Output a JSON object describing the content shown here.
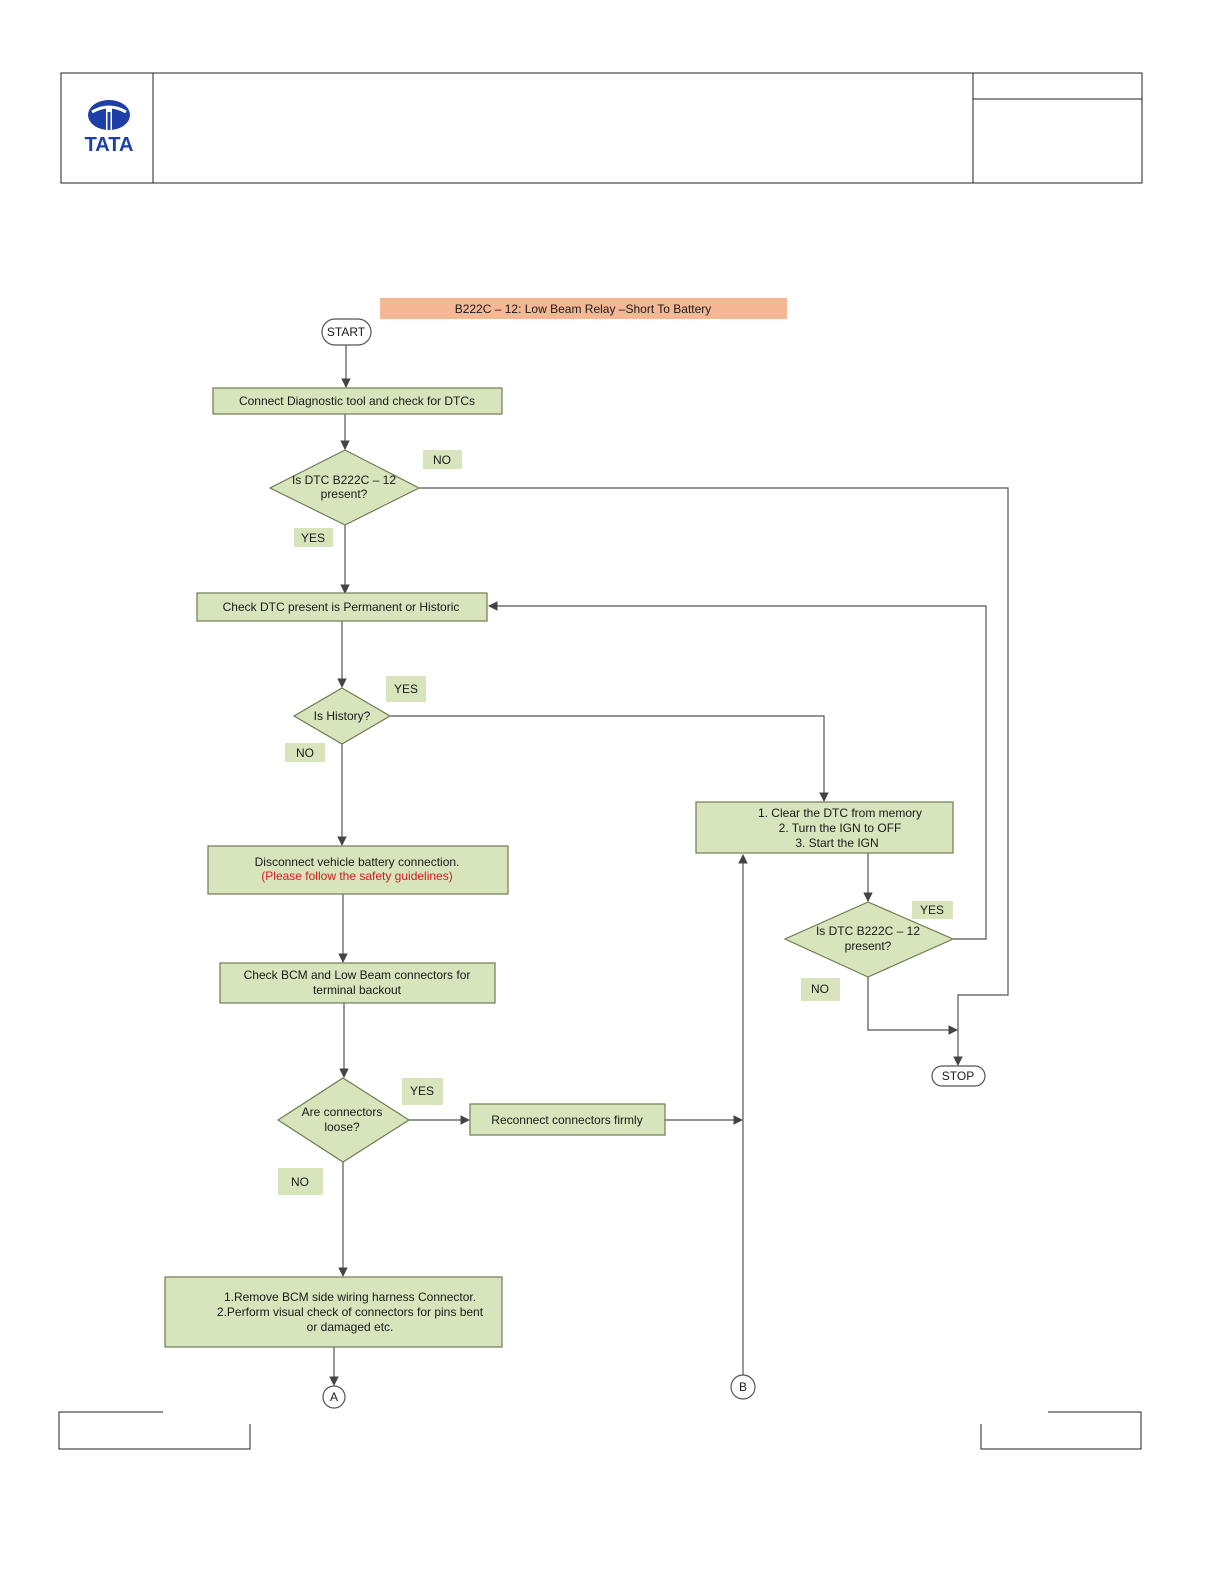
{
  "header": {
    "logo_text": "TATA",
    "brand_color": "#1e3fa8"
  },
  "colors": {
    "box_fill": "#d7e4bc",
    "box_stroke": "#6d7d52",
    "title_fill": "#f6b894",
    "warning_text": "#cc1f1f",
    "line": "#555555"
  },
  "diagram": {
    "title": "B222C – 12: Low Beam Relay  –Short To Battery",
    "start": "START",
    "stop": "STOP",
    "step_connect": "Connect Diagnostic tool and check for DTCs",
    "decision_dtc_present_1": [
      "Is DTC B222C – 12",
      "present?"
    ],
    "step_check_permanent": "Check DTC present is Permanent or Historic",
    "decision_history": "Is History?",
    "step_clear": [
      "1. Clear the DTC from memory",
      "2. Turn the IGN to OFF",
      "3. Start the IGN"
    ],
    "decision_dtc_present_2": [
      "Is DTC B222C – 12",
      "present?"
    ],
    "step_disconnect": "Disconnect vehicle battery connection.",
    "step_disconnect_warning": "(Please follow the safety guidelines)",
    "step_check_connectors": [
      "Check  BCM and Low Beam connectors for",
      "terminal backout"
    ],
    "decision_loose": [
      "Are connectors",
      "loose?"
    ],
    "step_reconnect": "Reconnect connectors firmly",
    "step_remove": [
      "1.Remove BCM side wiring harness Connector.",
      "2.Perform visual check of connectors for pins bent",
      "or damaged etc."
    ],
    "connector_a": "A",
    "connector_b": "B",
    "labels": {
      "no_1": "NO",
      "yes_1": "YES",
      "yes_history": "YES",
      "no_history": "NO",
      "yes_2": "YES",
      "no_2": "NO",
      "yes_loose": "YES",
      "no_loose": "NO"
    }
  }
}
